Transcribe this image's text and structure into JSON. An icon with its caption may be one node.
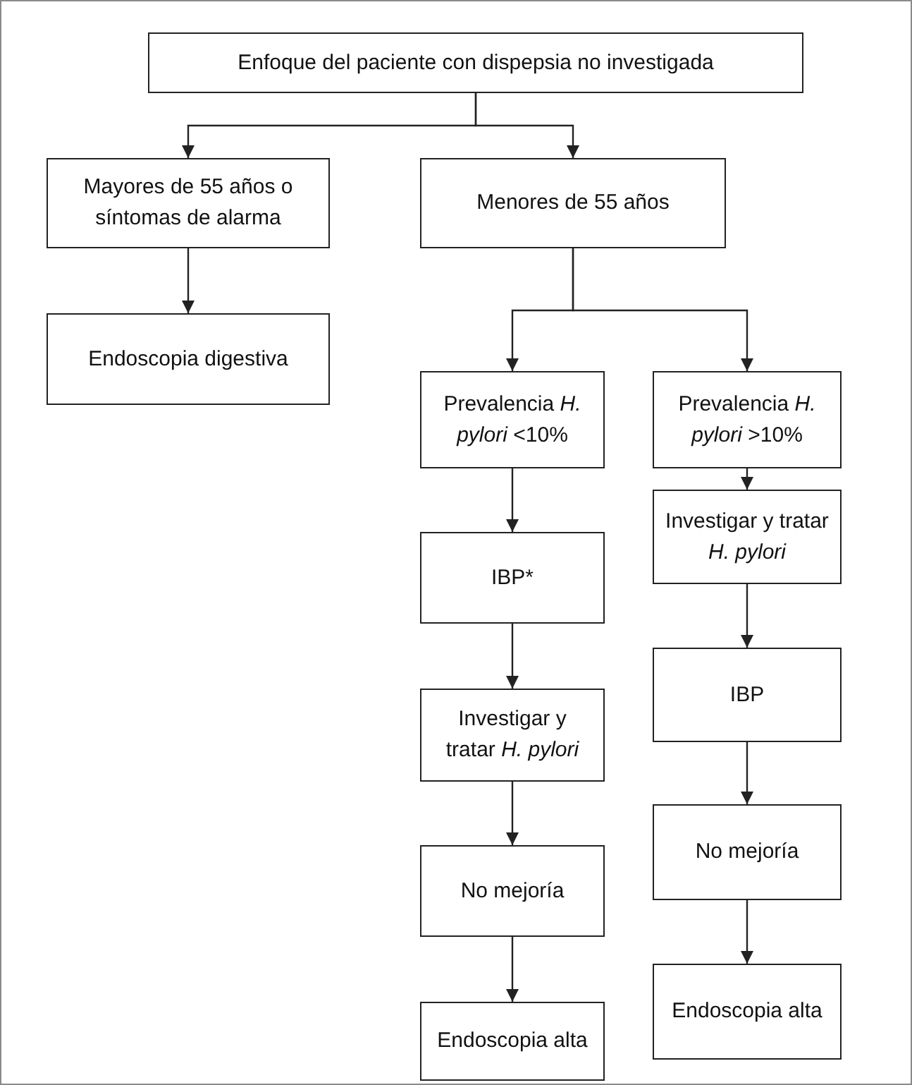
{
  "diagram": {
    "nodes": [
      {
        "text": [
          "Enfoque del paciente con dispepsia no investigada"
        ]
      },
      {
        "text": [
          "Mayores de 55 años o síntomas de alarma"
        ]
      },
      {
        "text": [
          "Menores de 55 años"
        ]
      },
      {
        "text": [
          "Endoscopia digestiva"
        ]
      },
      {
        "text": [
          "Prevalencia *H. pylori* <10%"
        ]
      },
      {
        "text": [
          "Prevalencia *H. pylori* >10%"
        ]
      },
      {
        "text": [
          "IBP*"
        ]
      },
      {
        "text": [
          "Investigar y tratar *H. pylori*"
        ]
      },
      {
        "text": [
          "Investigar y tratar *H. pylori*"
        ]
      },
      {
        "text": [
          "IBP"
        ]
      },
      {
        "text": [
          "No mejoría"
        ]
      },
      {
        "text": [
          "No mejoría"
        ]
      },
      {
        "text": [
          "Endoscopia alta"
        ]
      },
      {
        "text": [
          "Endoscopia alta"
        ]
      }
    ],
    "edges": [
      {
        "from": 0,
        "to": 1,
        "arrow": "to"
      },
      {
        "from": 0,
        "to": 2,
        "arrow": "to"
      },
      {
        "from": 1,
        "to": 3,
        "arrow": "to"
      },
      {
        "from": 2,
        "to": 4,
        "arrow": "to"
      },
      {
        "from": 2,
        "to": 5,
        "arrow": "to"
      },
      {
        "from": 4,
        "to": 6,
        "arrow": "to"
      },
      {
        "from": 6,
        "to": 8,
        "arrow": "to"
      },
      {
        "from": 8,
        "to": 10,
        "arrow": "to"
      },
      {
        "from": 10,
        "to": 12,
        "arrow": "to"
      },
      {
        "from": 5,
        "to": 7,
        "arrow": "to"
      },
      {
        "from": 7,
        "to": 9,
        "arrow": "to"
      },
      {
        "from": 9,
        "to": 11,
        "arrow": "to"
      },
      {
        "from": 11,
        "to": 13,
        "arrow": "to"
      }
    ]
  }
}
